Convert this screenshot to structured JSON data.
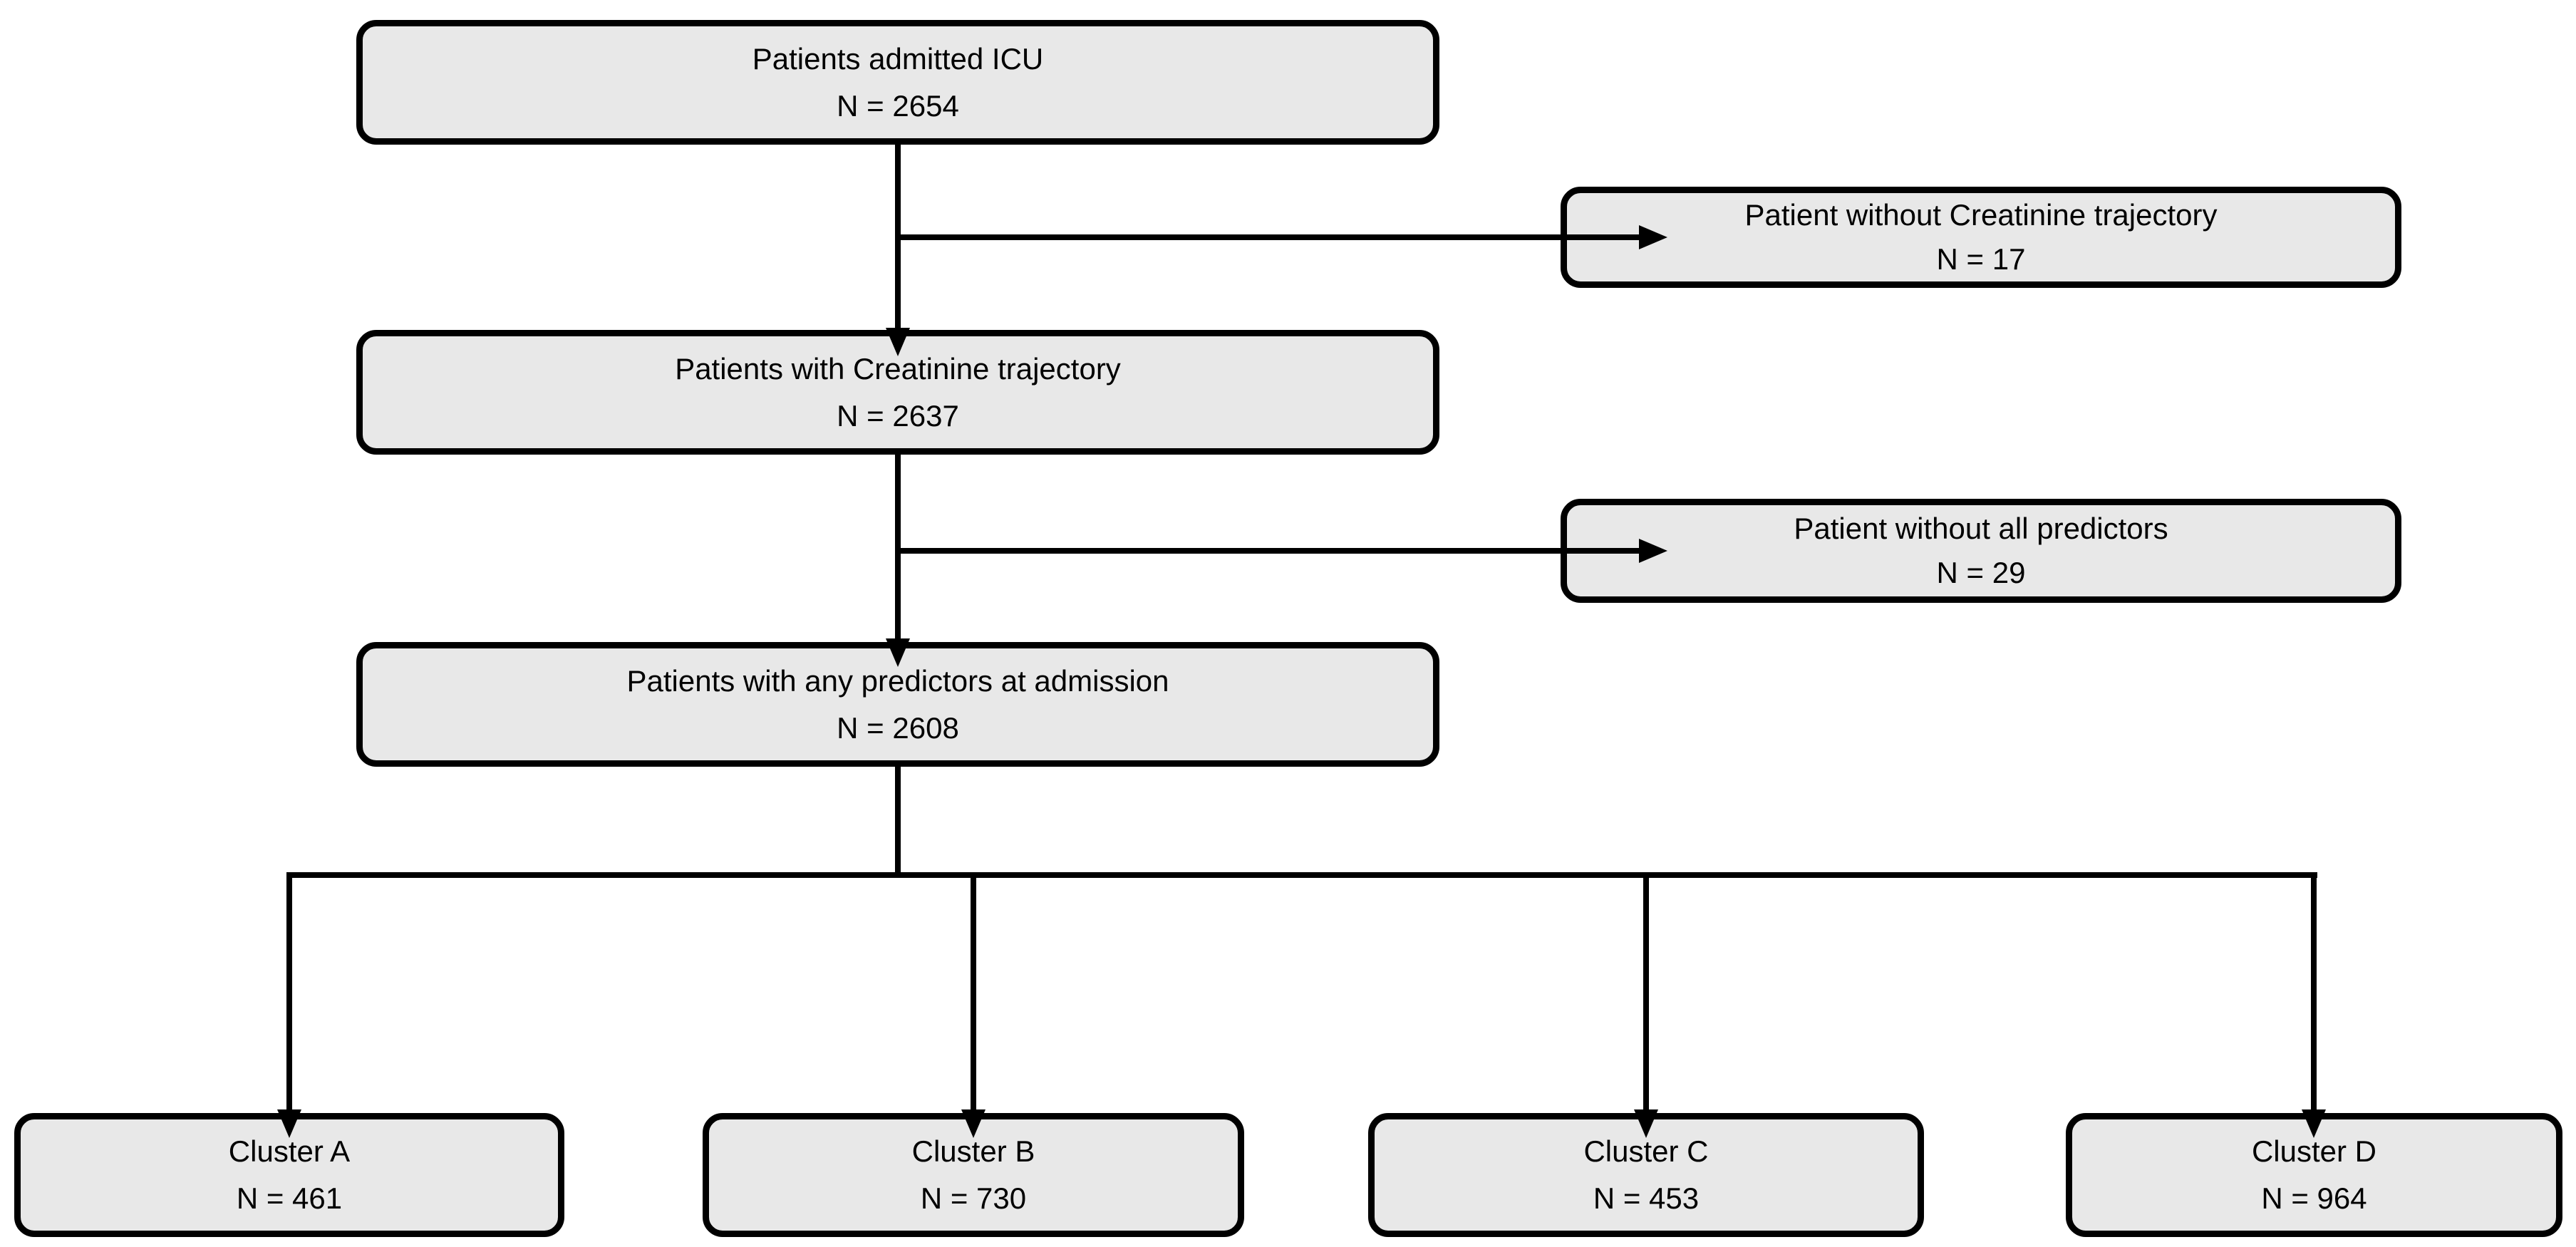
{
  "diagram": {
    "type": "flowchart",
    "background_color": "#ffffff",
    "node_fill_color": "#e8e8e8",
    "node_border_color": "#000000",
    "text_color": "#000000",
    "connector_color": "#000000"
  },
  "nodes": {
    "admitted": {
      "label": "Patients admitted ICU",
      "count": "N = 2654"
    },
    "no_trajectory": {
      "label": "Patient without Creatinine trajectory",
      "count": "N = 17"
    },
    "with_trajectory": {
      "label": "Patients with Creatinine trajectory",
      "count": "N = 2637"
    },
    "no_predictors": {
      "label": "Patient without all predictors",
      "count": "N = 29"
    },
    "with_predictors": {
      "label": "Patients with any predictors at admission",
      "count": "N = 2608"
    },
    "cluster_a": {
      "label": "Cluster A",
      "count": "N = 461"
    },
    "cluster_b": {
      "label": "Cluster B",
      "count": "N = 730"
    },
    "cluster_c": {
      "label": "Cluster C",
      "count": "N = 453"
    },
    "cluster_d": {
      "label": "Cluster D",
      "count": "N = 964"
    }
  },
  "edges": [
    {
      "from": "admitted",
      "to": "no_trajectory"
    },
    {
      "from": "admitted",
      "to": "with_trajectory"
    },
    {
      "from": "with_trajectory",
      "to": "no_predictors"
    },
    {
      "from": "with_trajectory",
      "to": "with_predictors"
    },
    {
      "from": "with_predictors",
      "to": "cluster_a"
    },
    {
      "from": "with_predictors",
      "to": "cluster_b"
    },
    {
      "from": "with_predictors",
      "to": "cluster_c"
    },
    {
      "from": "with_predictors",
      "to": "cluster_d"
    }
  ]
}
